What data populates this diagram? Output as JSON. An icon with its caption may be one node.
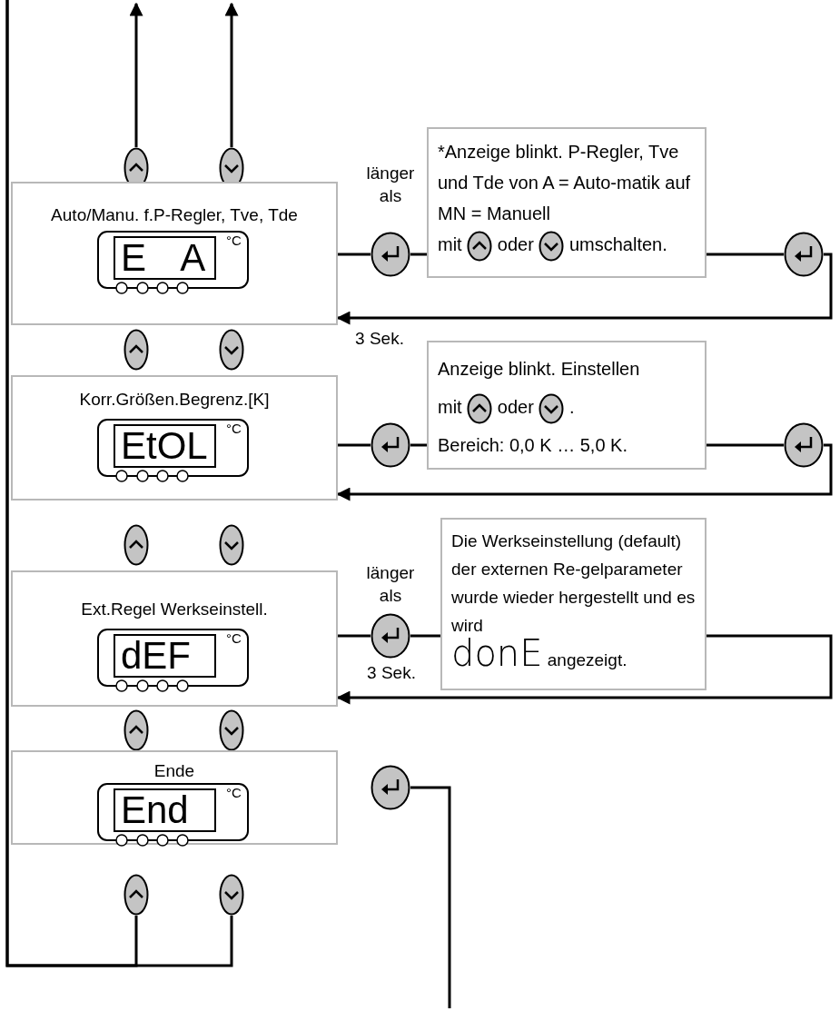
{
  "diagram": {
    "nodes": [
      {
        "text": [],
        "shape": "picture"
      },
      {
        "text": [],
        "shape": "picture"
      },
      {
        "text": [
          "Auto/Manu. f.P-Regler, Tve, Tde"
        ]
      },
      {
        "text": [
          "E A",
          "°C"
        ],
        "in": 2
      },
      {
        "text": [],
        "shape": "picture",
        "beside": [
          "länger als",
          "3 Sek."
        ]
      },
      {
        "text": [
          "*Anzeige blinkt. P-Regler, Tve und Tde von A = Auto-matik auf MN = Manuell",
          "mit",
          "oder",
          "umschalten."
        ]
      },
      {
        "text": [],
        "shape": "picture",
        "in": 5
      },
      {
        "text": [],
        "shape": "picture",
        "in": 5
      },
      {
        "text": [],
        "shape": "picture"
      },
      {
        "text": [],
        "shape": "picture"
      },
      {
        "text": [],
        "shape": "picture"
      },
      {
        "text": [
          "Korr.Größen.Begrenz.[K]"
        ]
      },
      {
        "text": [
          "EtOL",
          "°C"
        ],
        "in": 11
      },
      {
        "text": [],
        "shape": "picture"
      },
      {
        "text": [
          "Anzeige blinkt. Einstellen",
          "mit",
          "oder",
          ".",
          "Bereich: 0,0 K … 5,0 K."
        ]
      },
      {
        "text": [],
        "shape": "picture",
        "in": 14
      },
      {
        "text": [],
        "shape": "picture",
        "in": 14
      },
      {
        "text": [],
        "shape": "picture"
      },
      {
        "text": [],
        "shape": "picture"
      },
      {
        "text": [],
        "shape": "picture"
      },
      {
        "text": [
          "Ext.Regel Werkseinstell."
        ]
      },
      {
        "text": [
          "dEF",
          "°C"
        ],
        "in": 20
      },
      {
        "text": [],
        "shape": "picture",
        "beside": [
          "länger als",
          "3 Sek."
        ]
      },
      {
        "text": [
          "Die Werkseinstellung (default) der externen Re-gelparameter wurde wieder hergestellt und es wird",
          "donE",
          "angezeigt."
        ]
      },
      {
        "text": [],
        "shape": "picture"
      },
      {
        "text": [],
        "shape": "picture"
      },
      {
        "text": [
          "Ende"
        ]
      },
      {
        "text": [
          "End",
          "°C"
        ],
        "in": 26
      },
      {
        "text": [],
        "shape": "picture"
      },
      {
        "text": [],
        "shape": "picture"
      },
      {
        "text": [],
        "shape": "picture"
      }
    ],
    "edges": [
      {
        "from": 0,
        "to": null,
        "arrow": "to"
      },
      {
        "from": 1,
        "to": null,
        "arrow": "to"
      },
      {
        "from": 2,
        "to": 4,
        "arrow": "none"
      },
      {
        "from": 4,
        "to": 5,
        "arrow": "none"
      },
      {
        "from": 5,
        "to": 8,
        "arrow": "none"
      },
      {
        "from": 8,
        "to": 2,
        "arrow": "to"
      },
      {
        "from": 11,
        "to": 13,
        "arrow": "none"
      },
      {
        "from": 13,
        "to": 14,
        "arrow": "none"
      },
      {
        "from": 14,
        "to": 17,
        "arrow": "none"
      },
      {
        "from": 17,
        "to": 11,
        "arrow": "to"
      },
      {
        "from": 20,
        "to": 22,
        "arrow": "none"
      },
      {
        "from": 22,
        "to": 23,
        "arrow": "none"
      },
      {
        "from": 23,
        "to": 20,
        "arrow": "to"
      },
      {
        "from": 28,
        "to": null,
        "arrow": "none"
      },
      {
        "from": 29,
        "to": null,
        "arrow": "none"
      },
      {
        "from": 30,
        "to": null,
        "arrow": "none"
      }
    ]
  }
}
